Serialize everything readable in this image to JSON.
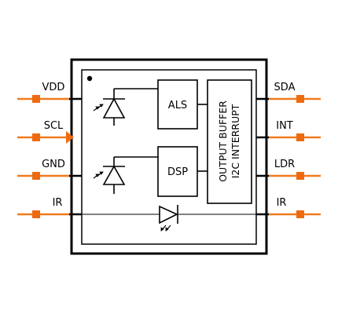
{
  "pins": {
    "left": [
      "VDD",
      "SCL",
      "GND",
      "IR"
    ],
    "right": [
      "SDA",
      "INT",
      "LDR",
      "IR"
    ]
  },
  "blocks": {
    "als": "ALS",
    "dsp": "DSP",
    "buffer_line1": "OUTPUT BUFFER",
    "buffer_line2": "I2C INTERRUPT"
  },
  "colors": {
    "pin": "#f07b1e",
    "pin_square": "#ee6a10",
    "line": "#000000"
  },
  "icons": [
    "photodiode-icon",
    "photodiode-icon",
    "ir-led-icon",
    "pin1-dot-icon",
    "clock-input-arrow-icon"
  ]
}
